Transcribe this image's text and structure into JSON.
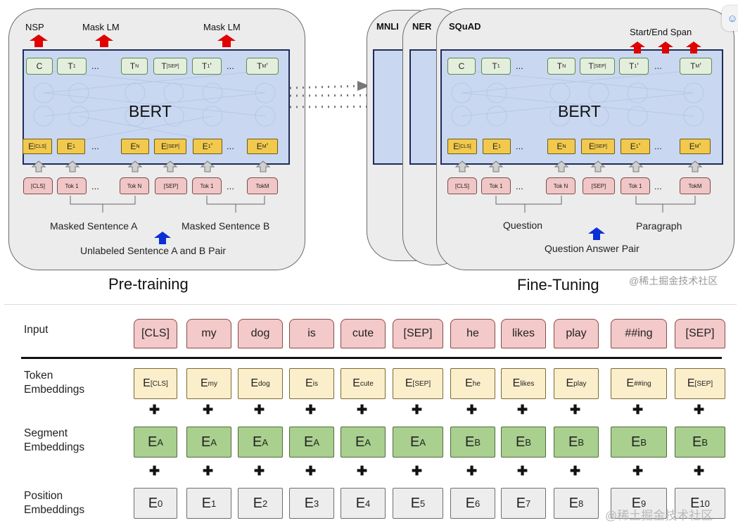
{
  "pretraining": {
    "caption": "Pre-training",
    "model_label": "BERT",
    "heads": [
      "NSP",
      "Mask LM",
      "Mask LM"
    ],
    "output_tokens": [
      "C",
      "T1",
      "TN",
      "T[SEP]",
      "T1'",
      "TM'"
    ],
    "embeddings": [
      "E[CLS]",
      "E1",
      "EN",
      "E[SEP]",
      "E1'",
      "EM'"
    ],
    "input_tokens": [
      "[CLS]",
      "Tok 1",
      "Tok N",
      "[SEP]",
      "Tok 1",
      "TokM"
    ],
    "ellipsis": "...",
    "sentence_a": "Masked Sentence A",
    "sentence_b": "Masked Sentence B",
    "pair_label": "Unlabeled Sentence A and B Pair"
  },
  "finetuning": {
    "caption": "Fine-Tuning",
    "model_label": "BERT",
    "tasks": [
      "MNLI",
      "NER",
      "SQuAD"
    ],
    "head": "Start/End Span",
    "output_tokens": [
      "C",
      "T1",
      "TN",
      "T[SEP]",
      "T1'",
      "TM'"
    ],
    "embeddings": [
      "E[CLS]",
      "E1",
      "EN",
      "E[SEP]",
      "E1'",
      "EM'"
    ],
    "input_tokens": [
      "[CLS]",
      "Tok 1",
      "Tok N",
      "[SEP]",
      "Tok 1",
      "TokM"
    ],
    "ellipsis": "...",
    "sentence_a": "Question",
    "sentence_b": "Paragraph",
    "pair_label": "Question Answer Pair"
  },
  "embedding_table": {
    "row_labels": {
      "input": "Input",
      "token": "Token Embeddings",
      "segment": "Segment Embeddings",
      "position": "Position Embeddings"
    },
    "inputs": [
      "[CLS]",
      "my",
      "dog",
      "is",
      "cute",
      "[SEP]",
      "he",
      "likes",
      "play",
      "##ing",
      "[SEP]"
    ],
    "token_subs": [
      "[CLS]",
      "my",
      "dog",
      "is",
      "cute",
      "[SEP]",
      "he",
      "likes",
      "play",
      "##ing",
      "[SEP]"
    ],
    "segment_subs": [
      "A",
      "A",
      "A",
      "A",
      "A",
      "A",
      "B",
      "B",
      "B",
      "B",
      "B"
    ],
    "position_subs": [
      "0",
      "1",
      "2",
      "3",
      "4",
      "5",
      "6",
      "7",
      "8",
      "9",
      "10"
    ],
    "base": "E",
    "plus": "+"
  },
  "watermark": "@稀土掘金技术社区",
  "colors": {
    "bert_fill": "#c9d8f0",
    "output_cell": "#e3efdc",
    "embedding_cell": "#f2c94c",
    "token_cell": "#f1c6c6",
    "head_arrow": "#e00000",
    "pair_arrow": "#0a2fd6",
    "segment_fill": "#a9d08e"
  }
}
